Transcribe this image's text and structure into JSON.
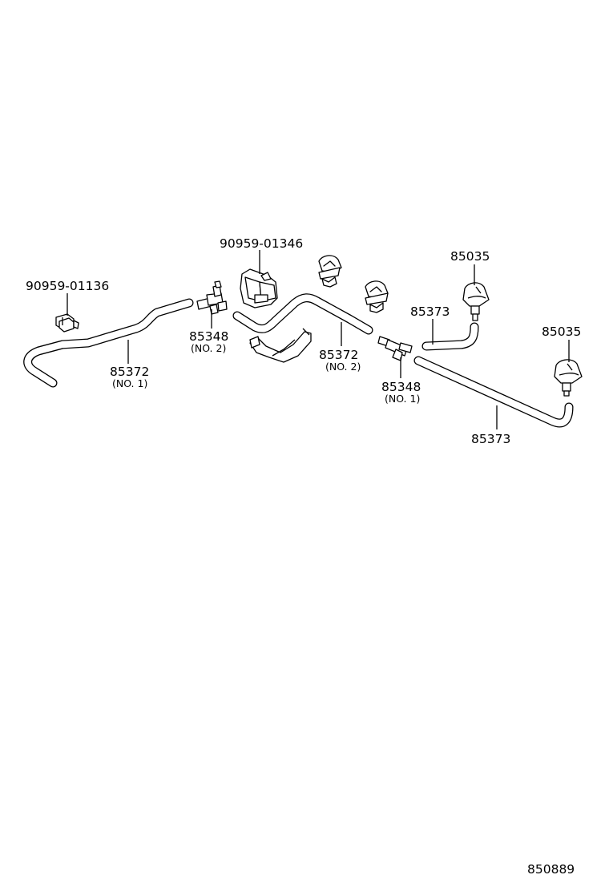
{
  "diagram": {
    "labels": {
      "clamp_left": "90959-01136",
      "clamp_mid": "90959-01346",
      "hose_no1": "85372",
      "hose_no1_sub": "(NO. 1)",
      "joint_no2": "85348",
      "joint_no2_sub": "(NO. 2)",
      "hose_no2": "85372",
      "hose_no2_sub": "(NO. 2)",
      "joint_no1": "85348",
      "joint_no1_sub": "(NO. 1)",
      "hose_upper": "85373",
      "nozzle_upper": "85035",
      "nozzle_right": "85035",
      "hose_lower": "85373"
    },
    "figure_number": "850889"
  }
}
